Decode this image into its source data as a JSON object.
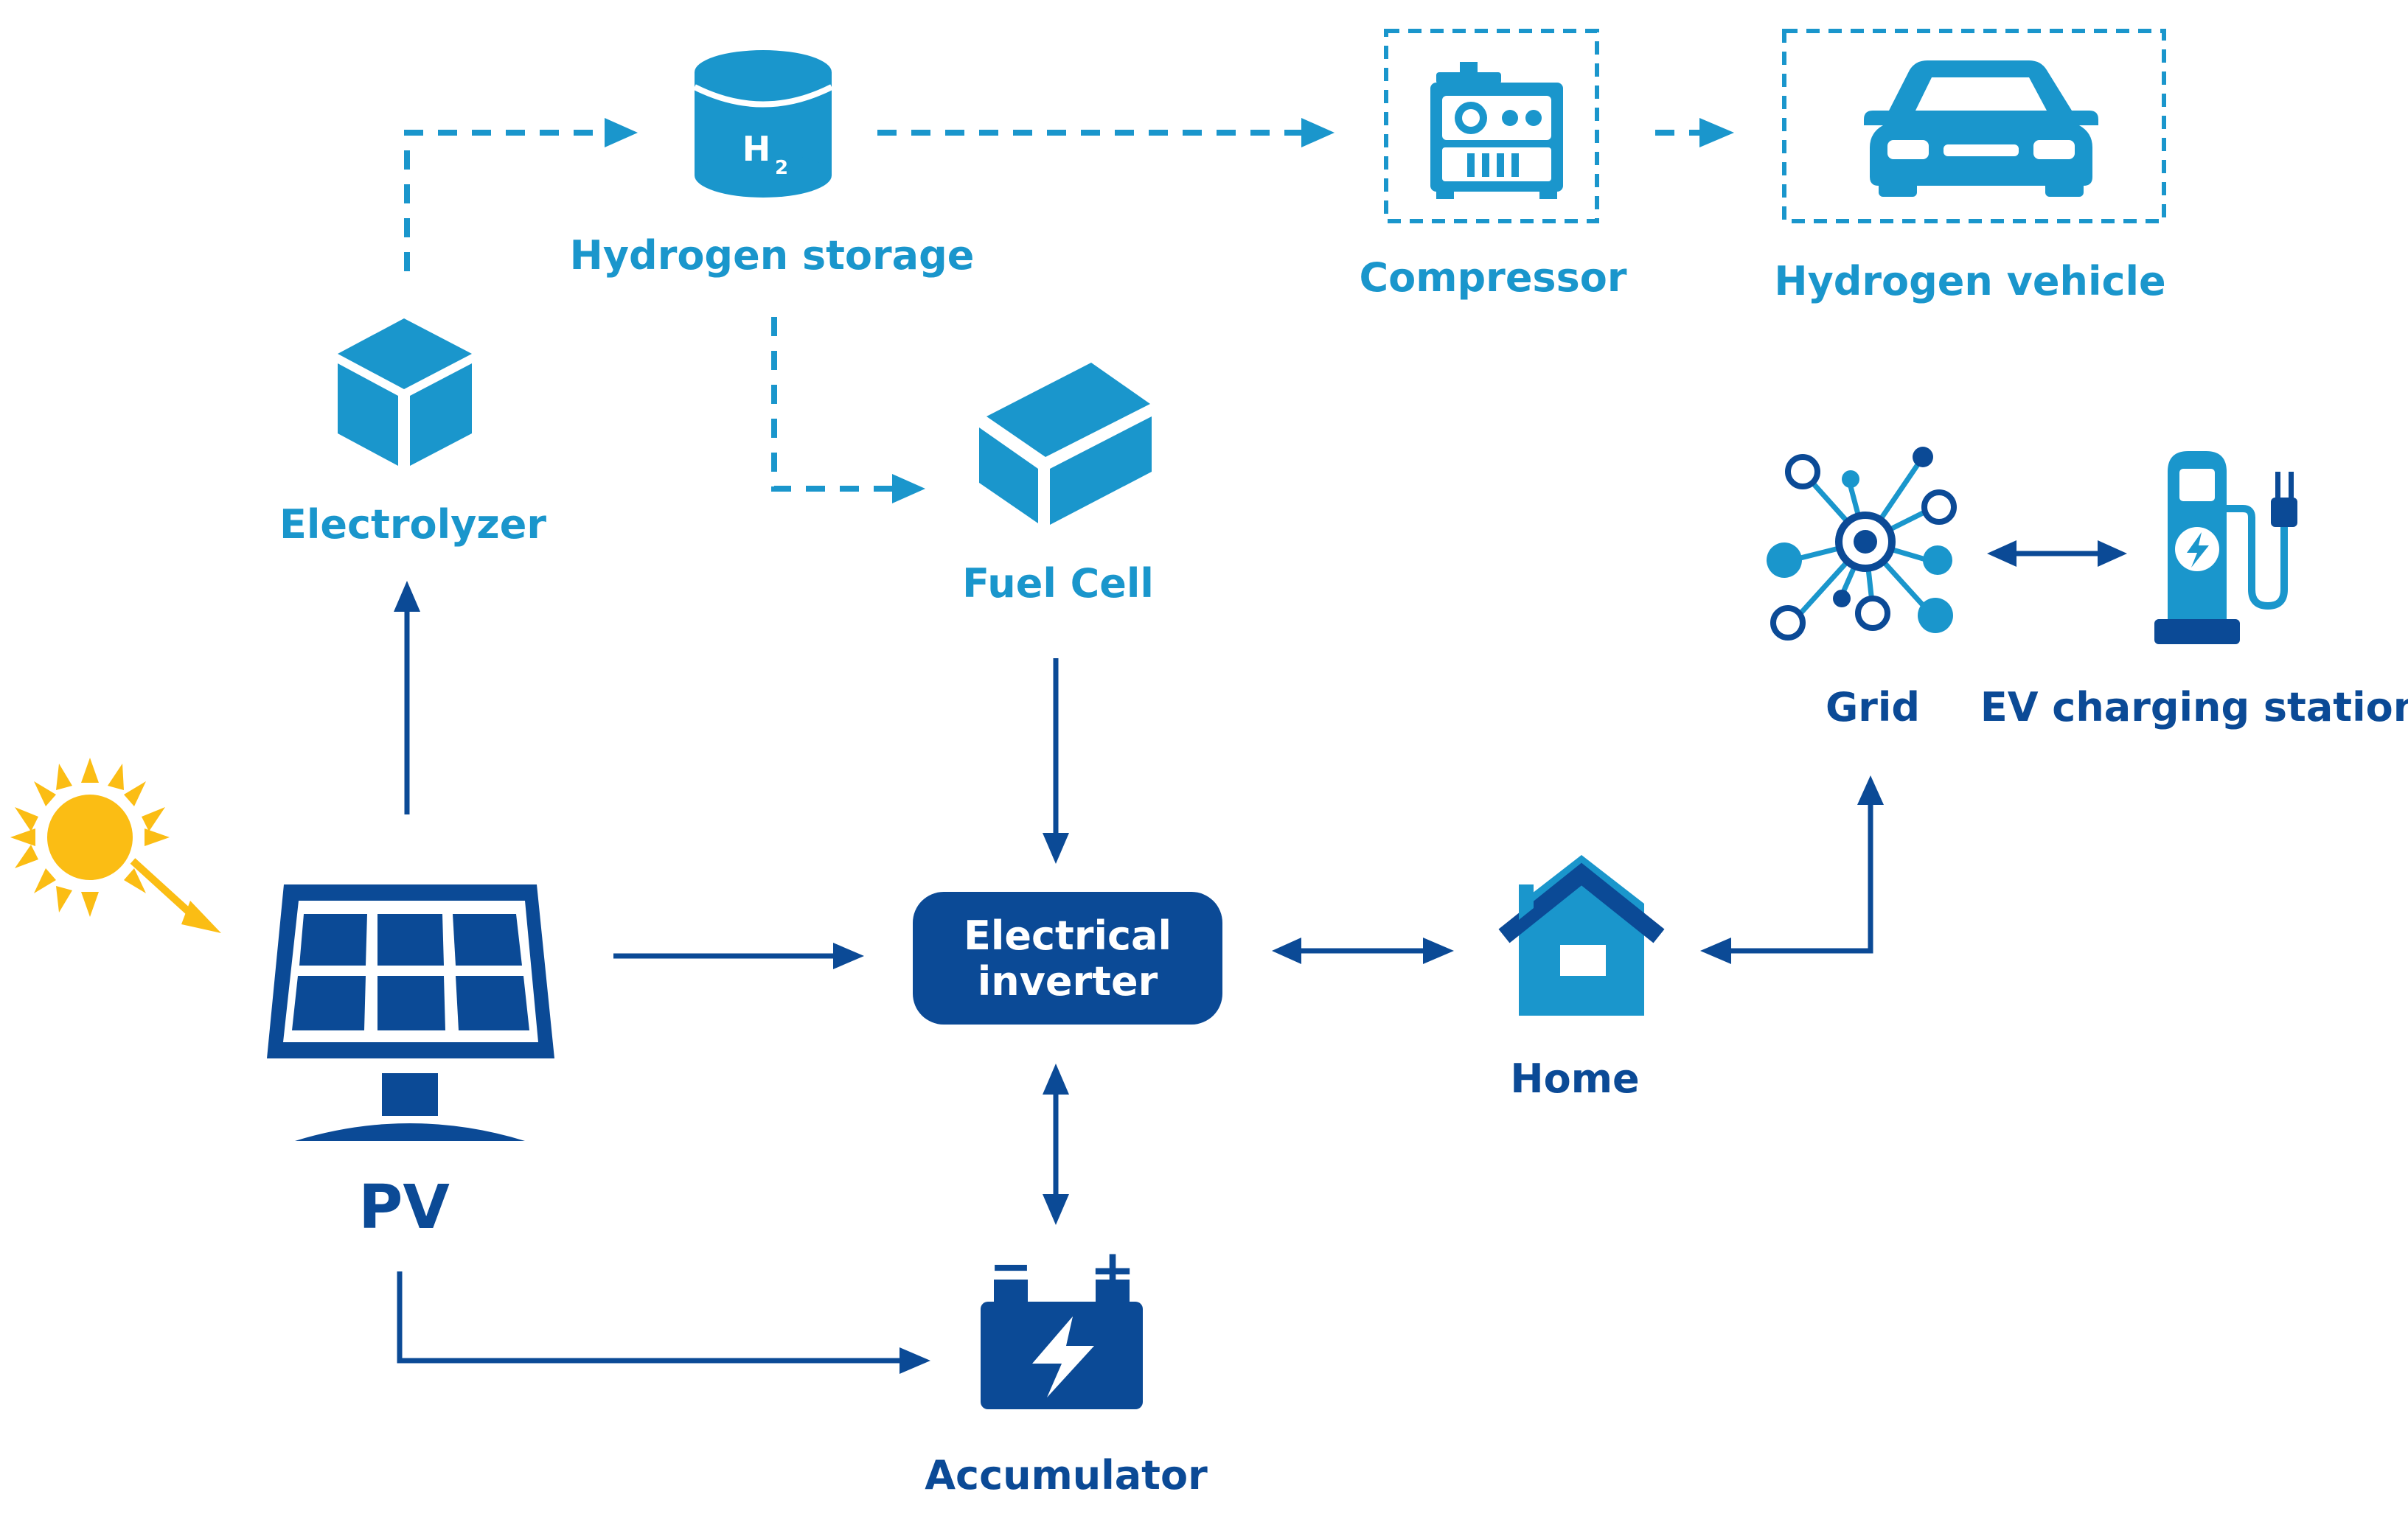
{
  "colors": {
    "light_blue": "#1a96cc",
    "dark_blue": "#0b4a96",
    "sun": "#fbbd14",
    "white": "#ffffff"
  },
  "labels": {
    "hydrogen_storage": "Hydrogen storage",
    "h2_symbol": "H",
    "h2_subscript": "2",
    "compressor": "Compressor",
    "hydrogen_vehicle": "Hydrogen vehicle",
    "electrolyzer": "Electrolyzer",
    "fuel_cell": "Fuel Cell",
    "grid": "Grid",
    "ev_charging_station": "EV charging station",
    "pv": "PV",
    "inverter_line1": "Electrical",
    "inverter_line2": "inverter",
    "home": "Home",
    "accumulator": "Accumulator",
    "battery_minus": "−",
    "battery_plus": "+"
  },
  "icons": {
    "hydrogen_storage": "cylinder-tank-icon",
    "compressor": "compressor-icon",
    "hydrogen_vehicle": "car-icon",
    "electrolyzer": "cube-icon",
    "fuel_cell": "box-icon",
    "grid": "network-grid-icon",
    "ev_charging_station": "ev-charger-icon",
    "sun": "sun-icon",
    "pv": "solar-panel-icon",
    "home": "house-icon",
    "accumulator": "battery-icon"
  },
  "connections": [
    {
      "from": "electrolyzer",
      "to": "hydrogen_storage",
      "style": "dashed"
    },
    {
      "from": "hydrogen_storage",
      "to": "compressor",
      "style": "dashed"
    },
    {
      "from": "compressor",
      "to": "hydrogen_vehicle",
      "style": "dashed"
    },
    {
      "from": "hydrogen_storage",
      "to": "fuel_cell",
      "style": "dashed"
    },
    {
      "from": "pv",
      "to": "electrolyzer",
      "style": "solid"
    },
    {
      "from": "fuel_cell",
      "to": "electrical_inverter",
      "style": "solid"
    },
    {
      "from": "pv",
      "to": "electrical_inverter",
      "style": "solid"
    },
    {
      "from": "electrical_inverter",
      "to": "home",
      "style": "solid",
      "bidirectional": true
    },
    {
      "from": "electrical_inverter",
      "to": "accumulator",
      "style": "solid",
      "bidirectional": true
    },
    {
      "from": "pv",
      "to": "accumulator",
      "style": "solid"
    },
    {
      "from": "home",
      "to": "grid",
      "style": "solid",
      "bidirectional": true
    },
    {
      "from": "grid",
      "to": "ev_charging_station",
      "style": "solid",
      "bidirectional": true
    }
  ]
}
